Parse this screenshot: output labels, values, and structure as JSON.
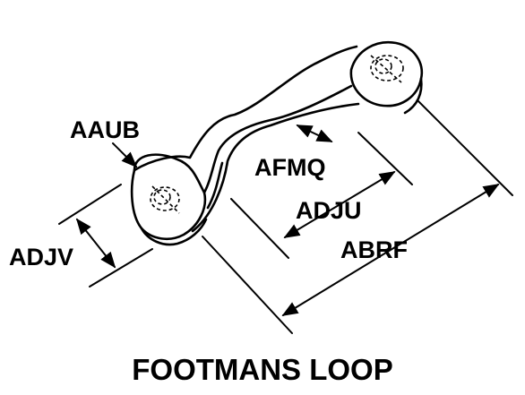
{
  "diagram": {
    "title": "FOOTMANS LOOP",
    "labels": {
      "aaub": "AAUB",
      "afmq": "AFMQ",
      "adju": "ADJU",
      "adjv": "ADJV",
      "abrf": "ABRF"
    }
  }
}
